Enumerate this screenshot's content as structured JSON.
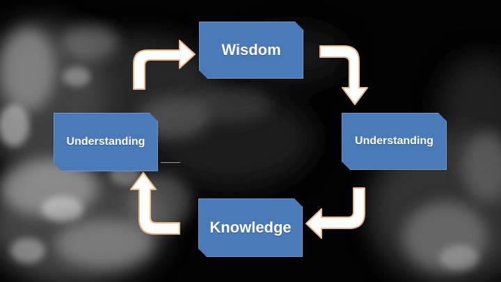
{
  "diagram": {
    "nodes": {
      "top": "Wisdom",
      "right": "Understanding",
      "bottom": "Knowledge",
      "left": "Understanding"
    }
  },
  "colors": {
    "background": "#030303",
    "node_fill": "#4a7ab8",
    "node_text": "#ffffff",
    "arrow_fill": "#ffffff",
    "arrow_outline": "#e9b98a"
  }
}
